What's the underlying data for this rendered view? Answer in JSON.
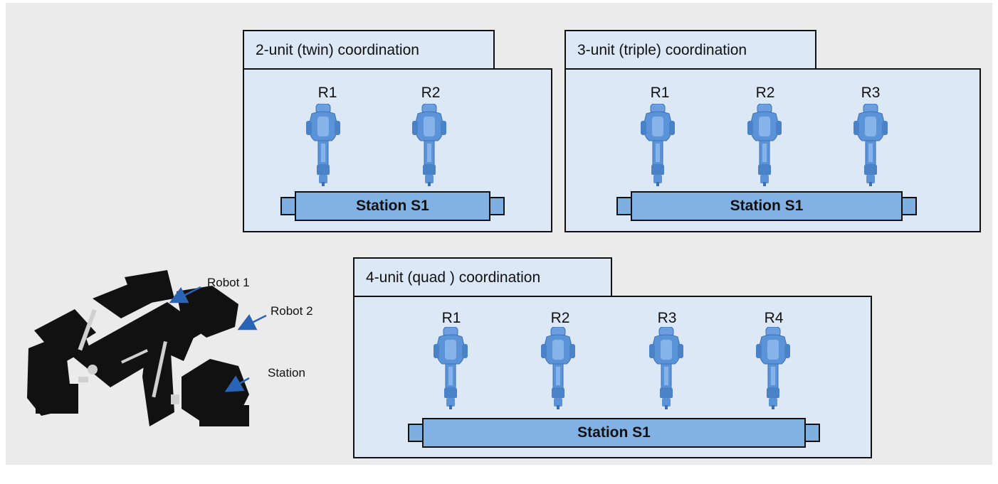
{
  "panels": {
    "twin": {
      "title": "2-unit (twin) coordination",
      "robots": [
        "R1",
        "R2"
      ],
      "station": "Station S1"
    },
    "triple": {
      "title": "3-unit (triple) coordination",
      "robots": [
        "R1",
        "R2",
        "R3"
      ],
      "station": "Station S1"
    },
    "quad": {
      "title": "4-unit (quad ) coordination",
      "robots": [
        "R1",
        "R2",
        "R3",
        "R4"
      ],
      "station": "Station S1"
    }
  },
  "photo": {
    "callouts": [
      "Robot 1",
      "Robot 2",
      "Station"
    ]
  },
  "colors": {
    "panel_fill": "#dce8f6",
    "station_fill": "#82b1e3",
    "robot_fill": "#5b93d9",
    "background": "#ebebeb",
    "arrow": "#2a64b6"
  }
}
